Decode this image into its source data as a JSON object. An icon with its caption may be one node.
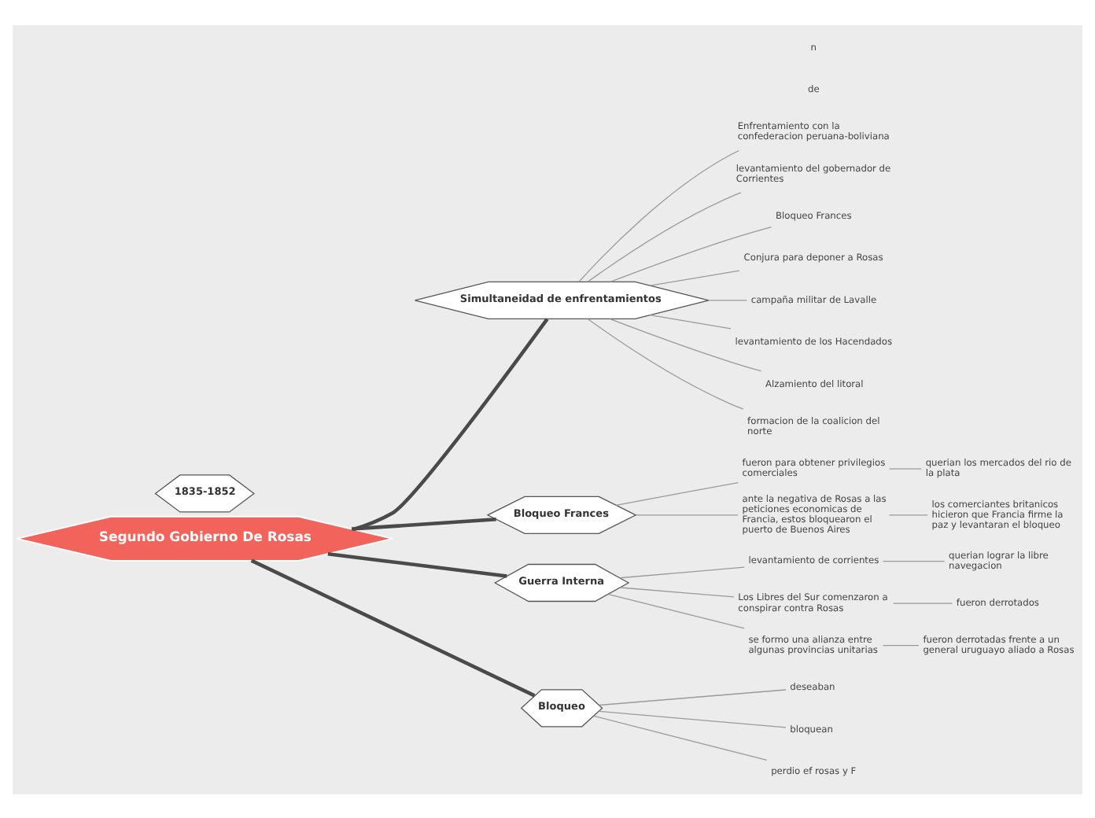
{
  "diagram": {
    "nodes": [
      {
        "text": [
          "Segundo Gobierno De Rosas"
        ]
      },
      {
        "text": [
          "1835-1852"
        ]
      },
      {
        "text": [
          "Simultaneidad de enfrentamientos"
        ]
      },
      {
        "text": [
          "Enfrentamiento con la confederacion peruana-boliviana"
        ]
      },
      {
        "text": [
          "levantamiento del gobernador de Corrientes"
        ]
      },
      {
        "text": [
          "Bloqueo Frances"
        ]
      },
      {
        "text": [
          "Conjura para deponer a Rosas"
        ]
      },
      {
        "text": [
          "campaña militar de Lavalle"
        ]
      },
      {
        "text": [
          "levantamiento de los Hacendados"
        ]
      },
      {
        "text": [
          "Alzamiento del litoral"
        ]
      },
      {
        "text": [
          "formacion de la coalicion del norte"
        ]
      },
      {
        "text": [
          "Bloqueo Frances"
        ]
      },
      {
        "text": [
          "fueron para obtener privilegios comerciales"
        ]
      },
      {
        "text": [
          "querian los mercados del rio de la plata"
        ]
      },
      {
        "text": [
          "ante la negativa de Rosas a las peticiones economicas de Francia, estos bloquearon el puerto de Buenos Aires"
        ]
      },
      {
        "text": [
          "los comerciantes britanicos hicieron que Francia firme la paz y levantaran el bloqueo"
        ]
      },
      {
        "text": [
          "Guerra Interna"
        ]
      },
      {
        "text": [
          "levantamiento de corrientes"
        ]
      },
      {
        "text": [
          "querian lograr la libre navegacion"
        ]
      },
      {
        "text": [
          "Los Libres del Sur comenzaron a conspirar contra Rosas"
        ]
      },
      {
        "text": [
          "fueron derrotados"
        ]
      },
      {
        "text": [
          "se formo una alianza entre algunas provincias unitarias"
        ]
      },
      {
        "text": [
          "fueron derrotadas frente a un general uruguayo aliado a Rosas"
        ]
      },
      {
        "text": [
          "Bloqueo"
        ]
      },
      {
        "text": [
          "deseaban"
        ]
      },
      {
        "text": [
          "bloquean"
        ]
      },
      {
        "text": [
          "perdio ef rosas y F"
        ]
      }
    ],
    "edges": [
      {
        "from": 0,
        "to": 2,
        "arrow": "none",
        "style": "thick",
        "color": "#4a4a4a"
      },
      {
        "from": 0,
        "to": 11,
        "arrow": "none",
        "style": "thick",
        "color": "#4a4a4a"
      },
      {
        "from": 0,
        "to": 16,
        "arrow": "none",
        "style": "thick",
        "color": "#4a4a4a"
      },
      {
        "from": 0,
        "to": 23,
        "arrow": "none",
        "style": "thick",
        "color": "#4a4a4a"
      },
      {
        "from": 2,
        "to": 3,
        "arrow": "none"
      },
      {
        "from": 2,
        "to": 4,
        "arrow": "none"
      },
      {
        "from": 2,
        "to": 5,
        "arrow": "none"
      },
      {
        "from": 2,
        "to": 6,
        "arrow": "none"
      },
      {
        "from": 2,
        "to": 7,
        "arrow": "none"
      },
      {
        "from": 2,
        "to": 8,
        "arrow": "none"
      },
      {
        "from": 2,
        "to": 9,
        "arrow": "none"
      },
      {
        "from": 2,
        "to": 10,
        "arrow": "none"
      },
      {
        "from": 11,
        "to": 12,
        "arrow": "none"
      },
      {
        "from": 12,
        "to": 13,
        "arrow": "none"
      },
      {
        "from": 11,
        "to": 14,
        "arrow": "none"
      },
      {
        "from": 14,
        "to": 15,
        "arrow": "none"
      },
      {
        "from": 16,
        "to": 17,
        "arrow": "none"
      },
      {
        "from": 17,
        "to": 18,
        "arrow": "none"
      },
      {
        "from": 16,
        "to": 19,
        "arrow": "none"
      },
      {
        "from": 19,
        "to": 20,
        "arrow": "none"
      },
      {
        "from": 16,
        "to": 21,
        "arrow": "none"
      },
      {
        "from": 21,
        "to": 22,
        "arrow": "none"
      },
      {
        "from": 23,
        "to": 24,
        "arrow": "none"
      },
      {
        "from": 23,
        "to": 25,
        "arrow": "none"
      },
      {
        "from": 23,
        "to": 26,
        "arrow": "none"
      }
    ],
    "labels": [
      "de",
      "n"
    ]
  }
}
